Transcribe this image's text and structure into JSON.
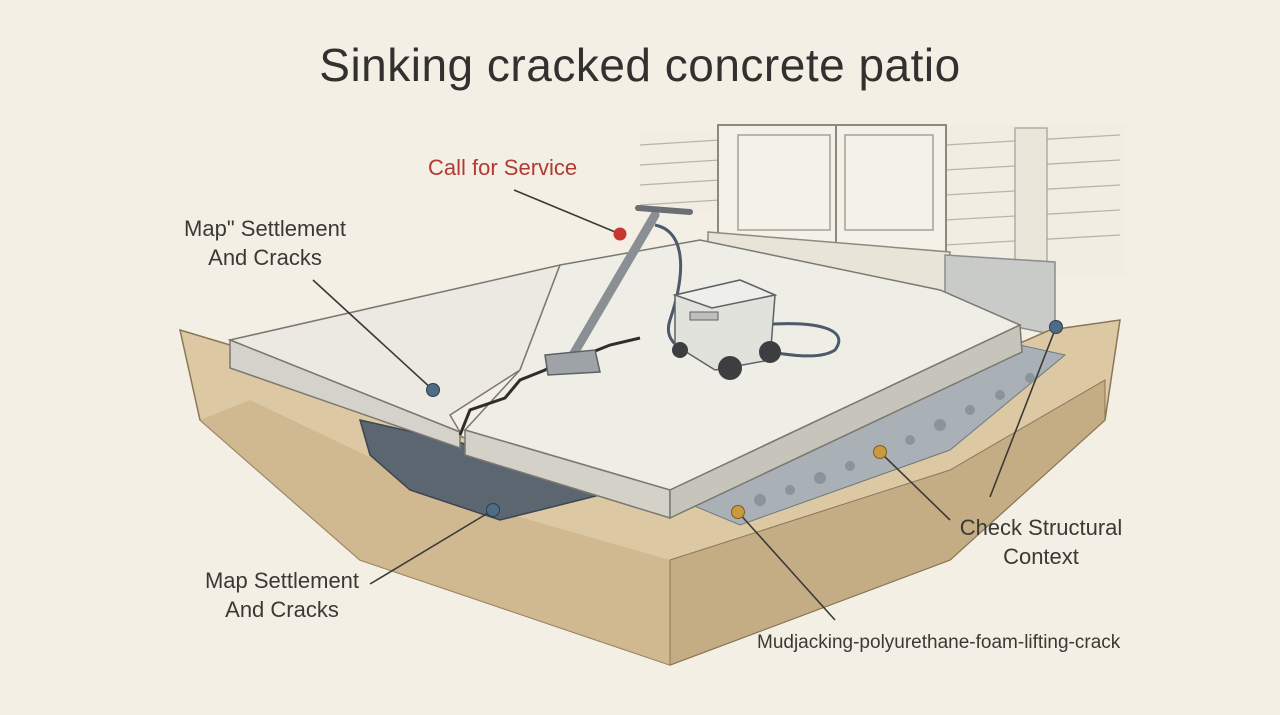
{
  "title": "Sinking cracked concrete patio",
  "callouts": {
    "call_service": "Call for Service",
    "map_top_line1": "Map\" Settlement",
    "map_top_line2": "And Cracks",
    "map_bottom_line1": "Map Settlement",
    "map_bottom_line2": "And Cracks",
    "structural_line1": "Check Structural",
    "structural_line2": "Context",
    "mudjacking": "Mudjacking-polyurethane-foam-lifting-crack"
  },
  "colors": {
    "background": "#f3efe4",
    "marker_red": "#c8372f",
    "marker_blue": "#4f6c86",
    "marker_amber": "#c99a3e"
  }
}
